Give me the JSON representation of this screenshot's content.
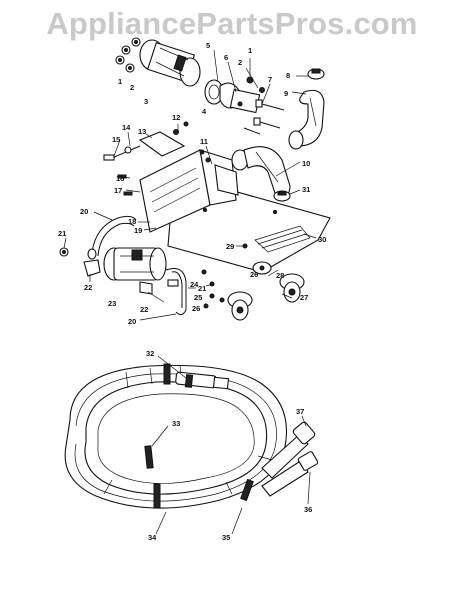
{
  "watermark": "AppliancePartsPros.com",
  "callouts": {
    "c1a": "1",
    "c1b": "1",
    "c2a": "2",
    "c2b": "2",
    "c3": "3",
    "c4": "4",
    "c5": "5",
    "c6": "6",
    "c7": "7",
    "c8": "8",
    "c9": "9",
    "c10": "10",
    "c11": "11",
    "c12": "12",
    "c13": "13",
    "c14": "14",
    "c15": "15",
    "c16": "16",
    "c17": "17",
    "c18": "18",
    "c19": "19",
    "c20a": "20",
    "c20b": "20",
    "c21a": "21",
    "c21b": "21",
    "c22a": "22",
    "c22b": "22",
    "c23": "23",
    "c24": "24",
    "c25": "25",
    "c26a": "26",
    "c26b": "26",
    "c27": "27",
    "c28": "28",
    "c29": "29",
    "c30": "30",
    "c31": "31",
    "c32": "32",
    "c33": "33",
    "c34": "34",
    "c35": "35",
    "c36": "36",
    "c37": "37"
  }
}
